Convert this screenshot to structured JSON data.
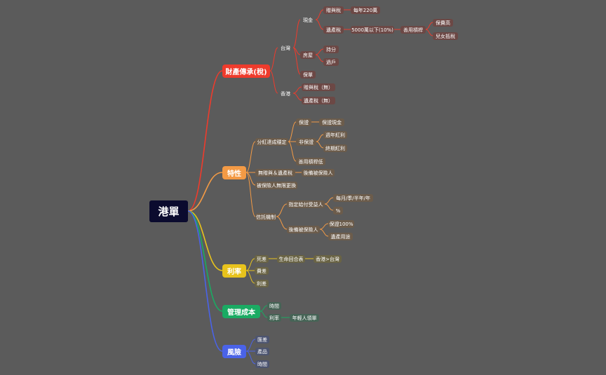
{
  "root": {
    "label": "港單"
  },
  "branches": [
    {
      "key": "b1",
      "label": "財產傳承(稅)",
      "color": "#ef3b2c",
      "leaf_bg": "#6c4845",
      "items": {
        "taiwan": "台灣",
        "hk": "香港",
        "cash": "現金",
        "gift_tax": "贈與稅",
        "gift_amount": "每年220萬",
        "estate_tax": "遺產稅",
        "estate_amount": "5000萬以下(10%)",
        "flex": "善用槓桿",
        "insurer": "保費高",
        "children": "兒女抵稅",
        "house": "房屋",
        "hold": "持分",
        "transfer": "過戶",
        "insurance": "保單",
        "hk_gift": "贈與稅（無）",
        "hk_estate": "遺產稅（無）"
      }
    },
    {
      "key": "b2",
      "label": "特性",
      "color": "#f39a45",
      "leaf_bg": "#6c5c4b",
      "items": {
        "dividend": "分紅達成穩定",
        "guaranteed": "保證",
        "guaranteed_cash": "保證現金",
        "non_guaranteed": "非保證",
        "annual": "週年紅利",
        "terminal": "終期紅利",
        "leverage": "善用槓桿低",
        "no_gift": "無贈與＆遺產稅",
        "successor": "後備被保險人",
        "unlimited": "被保險人無限更換",
        "trust": "信託機制",
        "designated": "指定給付受益人",
        "periodic": "每月/季/半年/年",
        "percent": "%",
        "backup": "後備被保險人",
        "guarantee100": "保證100%",
        "restricted": "遺產用途"
      }
    },
    {
      "key": "b3",
      "label": "利率",
      "color": "#e8c31c",
      "leaf_bg": "#6a6445",
      "items": {
        "death": "死差",
        "life_combo": "生命回合表",
        "hk_tw": "香港>台灣",
        "expense": "費差",
        "interest": "利差"
      }
    },
    {
      "key": "b4",
      "label": "管理成本",
      "color": "#1aab63",
      "leaf_bg": "#466456",
      "items": {
        "time": "時間",
        "rate": "利率",
        "young": "年輕人領單"
      }
    },
    {
      "key": "b5",
      "label": "風險",
      "color": "#4a63e8",
      "leaf_bg": "#4c5470",
      "items": {
        "fx": "匯差",
        "product": "產品",
        "time": "時間"
      }
    }
  ]
}
